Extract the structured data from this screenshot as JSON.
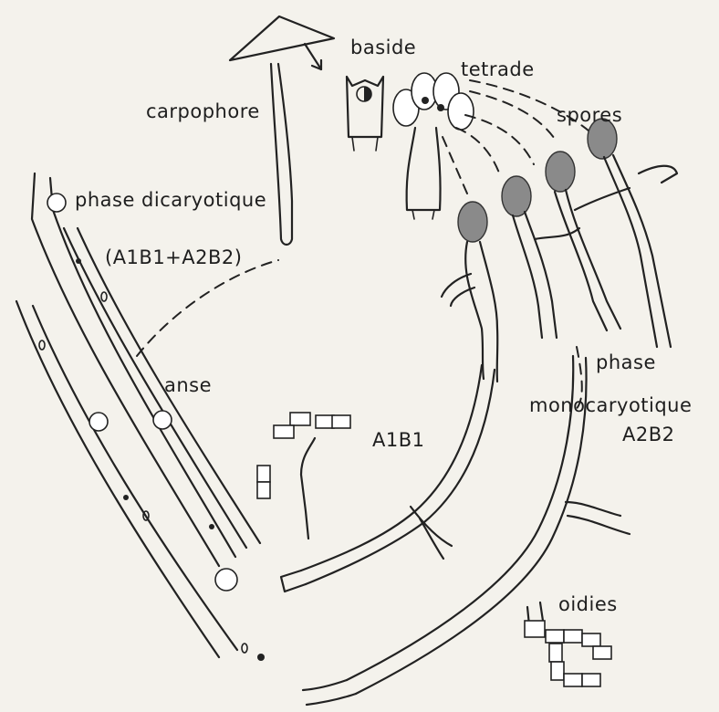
{
  "labels": {
    "baside": "baside",
    "tetrade": "tetrade",
    "carpophore": "carpophore",
    "spores": "spores",
    "phase_dicaryotique": "phase dicaryotique",
    "genotype_dicaryon": "(A1B1+A2B2)",
    "anse": "anse",
    "a1b1": "A1B1",
    "phase": "phase",
    "monocaryotique": "monocaryotique",
    "a2b2": "A2B2",
    "oidies": "oidies"
  }
}
